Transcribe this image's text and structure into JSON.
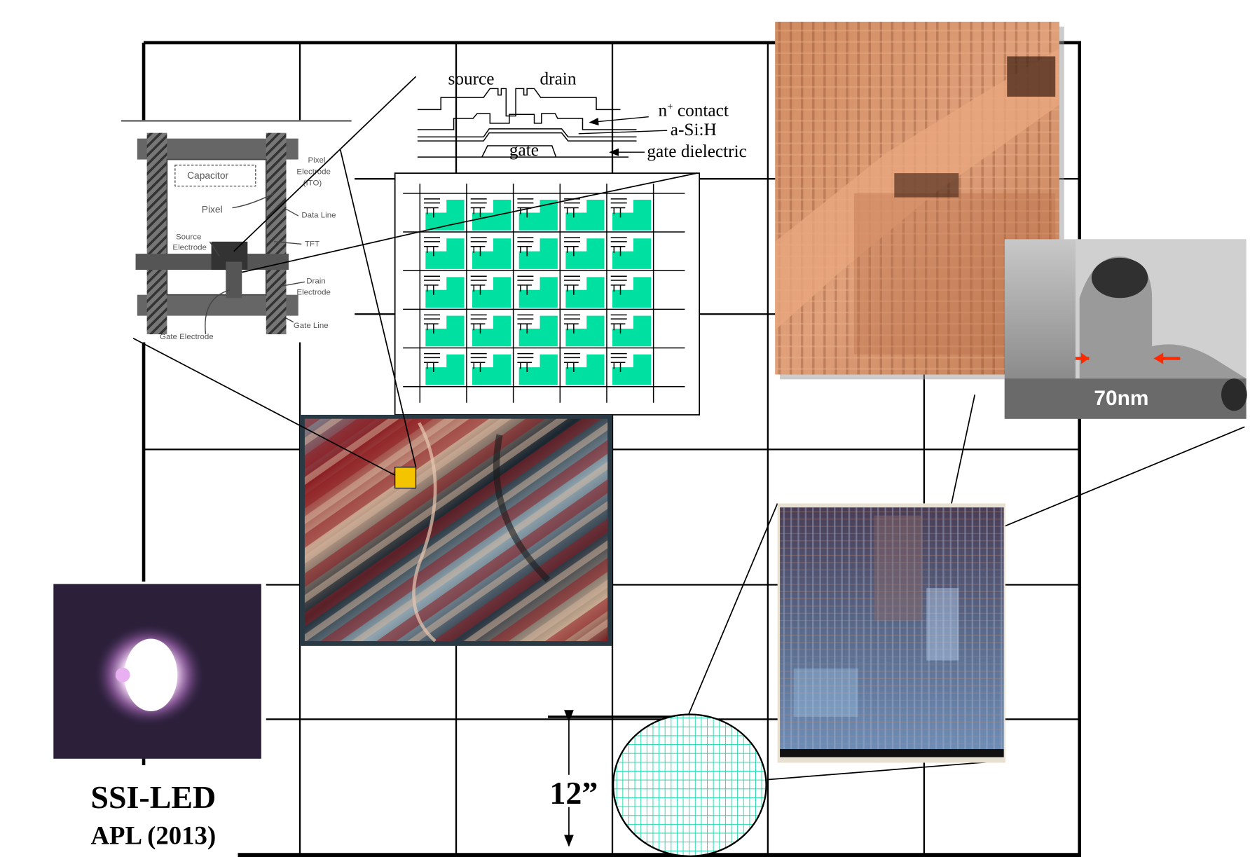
{
  "cross_section": {
    "source": "source",
    "drain": "drain",
    "n_contact_n": "n",
    "n_contact_sup": "+",
    "n_contact_rest": " contact",
    "asi": "a-Si:H",
    "gate": "gate",
    "gate_dielectric": "gate dielectric"
  },
  "pixel_schematic": {
    "capacitor": "Capacitor",
    "pixel": "Pixel",
    "pixel_electrode_1": "Pixel",
    "pixel_electrode_2": "Electrode",
    "pixel_electrode_3": "(ITO)",
    "data_line": "Data Line",
    "source_electrode_1": "Source",
    "source_electrode_2": "Electrode",
    "tft": "TFT",
    "drain_electrode_1": "Drain",
    "drain_electrode_2": "Electrode",
    "gate_line": "Gate Line",
    "gate_electrode": "Gate Electrode"
  },
  "tem": {
    "scale_label": "70nm"
  },
  "wafer": {
    "size_label": "12”"
  },
  "led": {
    "title": "SSI-LED",
    "citation": "APL (2013)"
  },
  "colors": {
    "pixel_green": "#00e0a0",
    "highlight_yellow": "#f5c400",
    "copper": "#d9936a",
    "arrow_red": "#ff2a00",
    "led_glow": "#ffe8ff"
  }
}
